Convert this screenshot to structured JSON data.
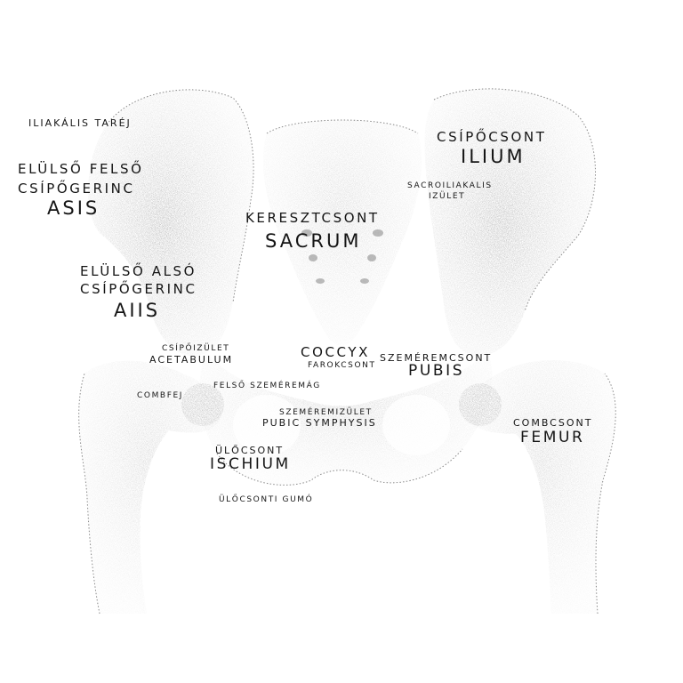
{
  "labels": {
    "iliac_crest": "ILIAKÁLIS TARÉJ",
    "asis_hu_1": "ELÜLSŐ FELSŐ",
    "asis_hu_2": "CSÍPŐGERINC",
    "asis": "ASIS",
    "sacrum_hu": "KERESZTCSONT",
    "sacrum": "SACRUM",
    "ilium_hu": "CSÍPŐCSONT",
    "ilium": "ILIUM",
    "si_joint_1": "SACROILIAKALIS",
    "si_joint_2": "IZÜLET",
    "aiis_hu_1": "ELÜLSŐ ALSÓ",
    "aiis_hu_2": "CSÍPŐGERINC",
    "aiis": "AIIS",
    "acetabulum_hu": "CSÍPŐIZÜLET",
    "acetabulum": "ACETABULUM",
    "coccyx": "COCCYX",
    "coccyx_hu": "FAROKCSONT",
    "pubis_hu": "SZEMÉREMCSONT",
    "pubis": "PUBIS",
    "femoral_head": "COMBFEJ",
    "superior_ramus": "FELSŐ SZEMÉREMÁG",
    "symphysis_hu": "SZEMÉREMIZÜLET",
    "symphysis": "PUBIC SYMPHYSIS",
    "femur_hu": "COMBCSONT",
    "femur": "FEMUR",
    "ischium_hu": "ÜLŐCSONT",
    "ischium": "ISCHIUM",
    "ischial_tuberosity": "ÜLŐCSONTI GUMÓ"
  },
  "colors": {
    "ink": "#151515",
    "stipple_dark": "#2a2a2a",
    "stipple_light": "#9a9a9a",
    "background": "#ffffff"
  }
}
